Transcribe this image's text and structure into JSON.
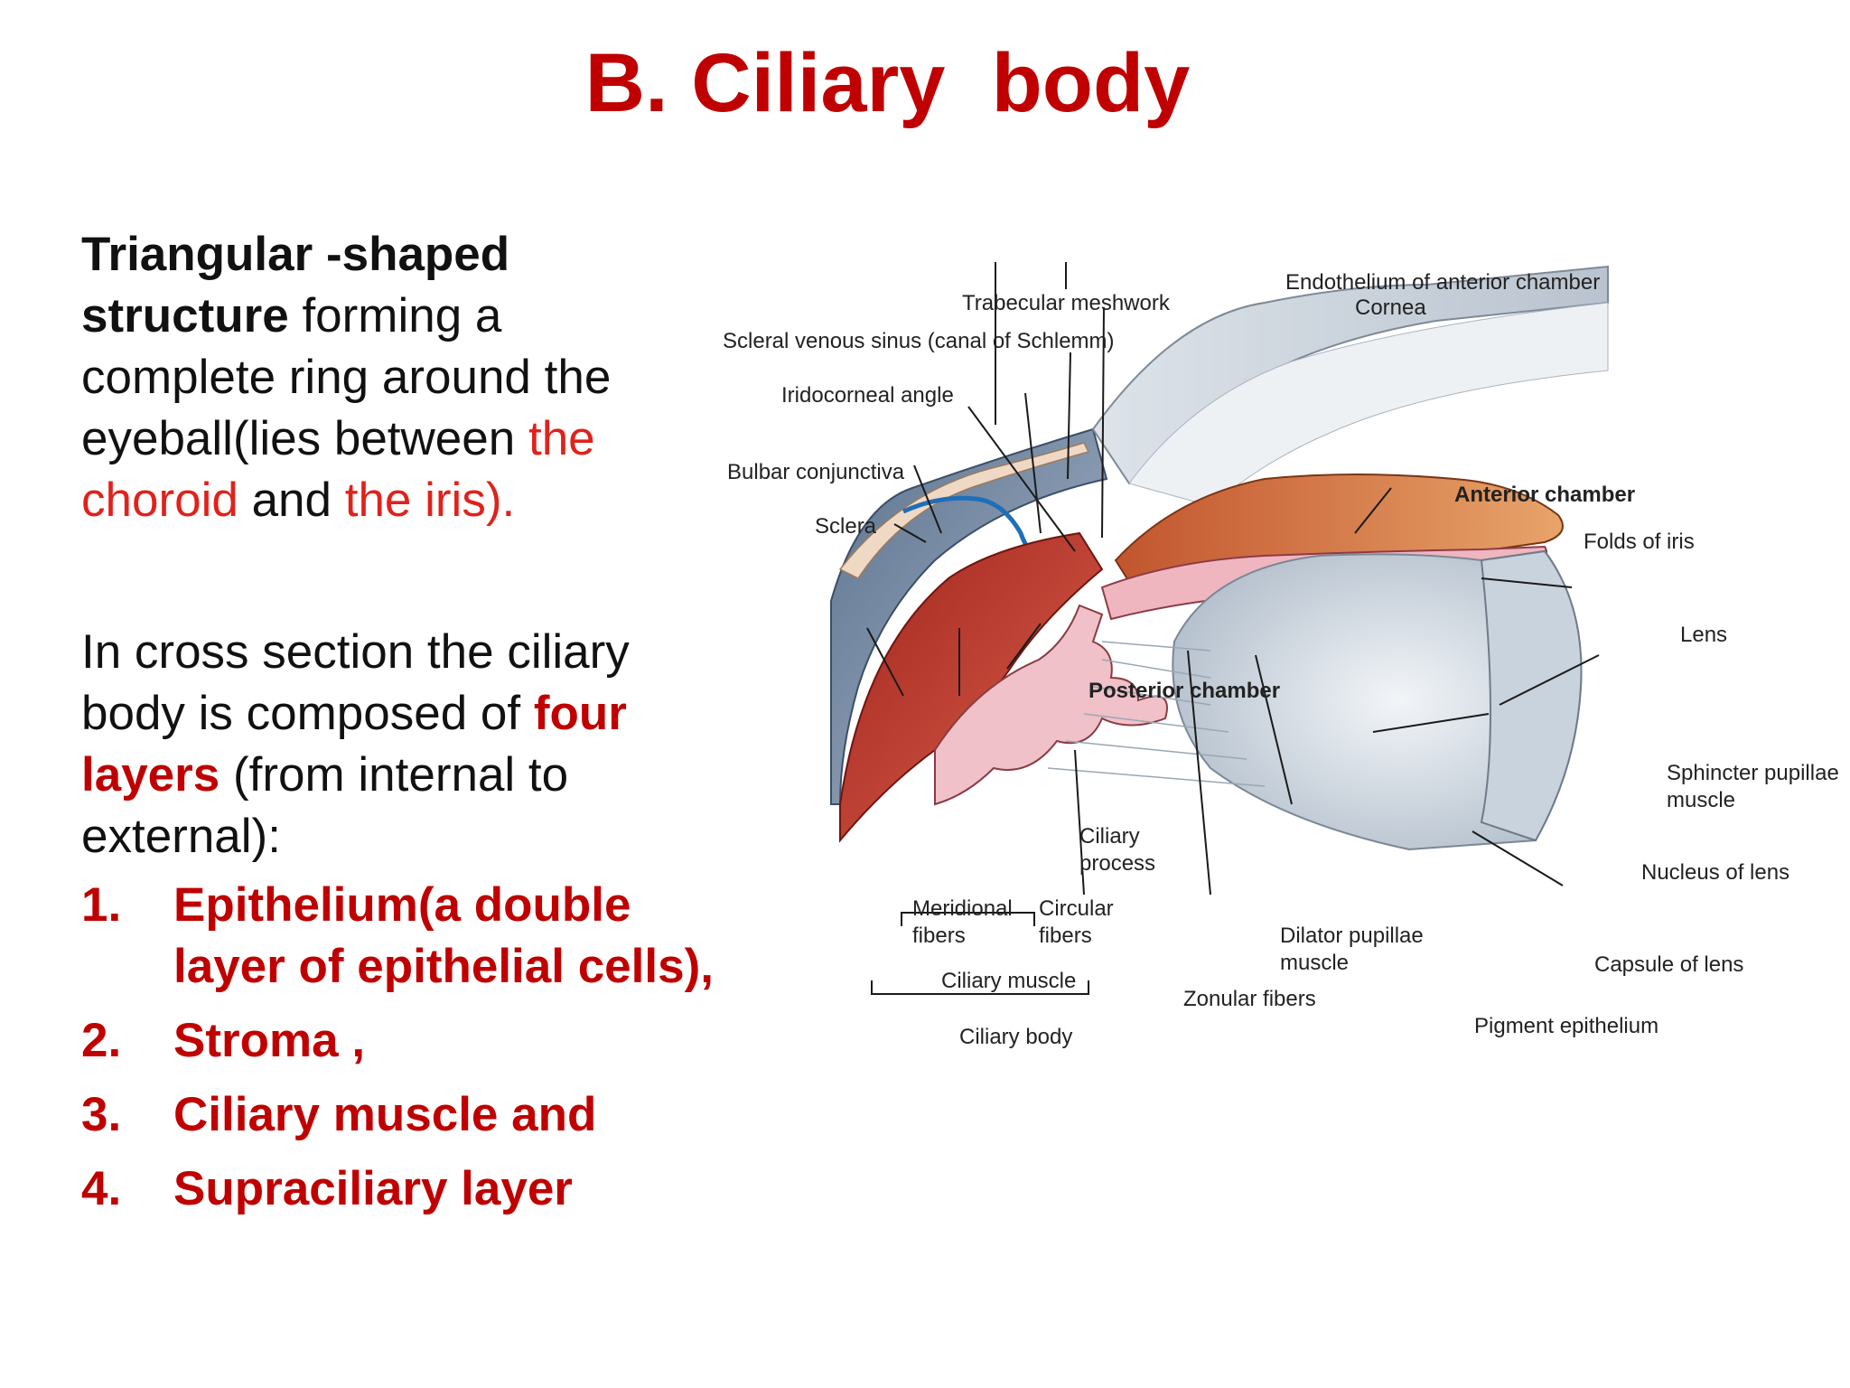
{
  "title": "B. Ciliary  body",
  "description": {
    "p1_bold": "Triangular -shaped structure",
    "p1_text": " forming a complete ring around the eyeball(lies between ",
    "p1_red1": "the choroid",
    "p1_and": " and ",
    "p1_red2": "the iris).",
    "p2_text": "In cross section the ciliary body is composed of ",
    "p2_bold": "four layers",
    "p2_text2": " (from internal to external):"
  },
  "layers": [
    {
      "num": "1.",
      "label": " Epithelium(a double layer of epithelial cells),"
    },
    {
      "num": "2.",
      "label": " Stroma ,"
    },
    {
      "num": "3.",
      "label": "Ciliary  muscle and"
    },
    {
      "num": "4.",
      "label": "Supraciliary  layer"
    }
  ],
  "diagram": {
    "labels": {
      "endothelium": "Endothelium of anterior chamber",
      "cornea": "Cornea",
      "trabecular": "Trabecular meshwork",
      "scleral_sinus": "Scleral venous sinus (canal of Schlemm)",
      "iridocorneal": "Iridocorneal angle",
      "bulbar": "Bulbar conjunctiva",
      "sclera": "Sclera",
      "anterior_chamber": "Anterior chamber",
      "folds_iris": "Folds of iris",
      "lens": "Lens",
      "posterior_chamber": "Posterior chamber",
      "sphincter_1": "Sphincter pupillae",
      "sphincter_2": "muscle",
      "ciliary_process_1": "Ciliary",
      "ciliary_process_2": "process",
      "nucleus_lens": "Nucleus of lens",
      "meridional_1": "Meridional",
      "meridional_2": "fibers",
      "circular_1": "Circular",
      "circular_2": "fibers",
      "dilator_1": "Dilator pupillae",
      "dilator_2": "muscle",
      "capsule_lens": "Capsule of lens",
      "ciliary_muscle": "Ciliary muscle",
      "zonular": "Zonular fibers",
      "pigment": "Pigment epithelium",
      "ciliary_body": "Ciliary body"
    }
  }
}
